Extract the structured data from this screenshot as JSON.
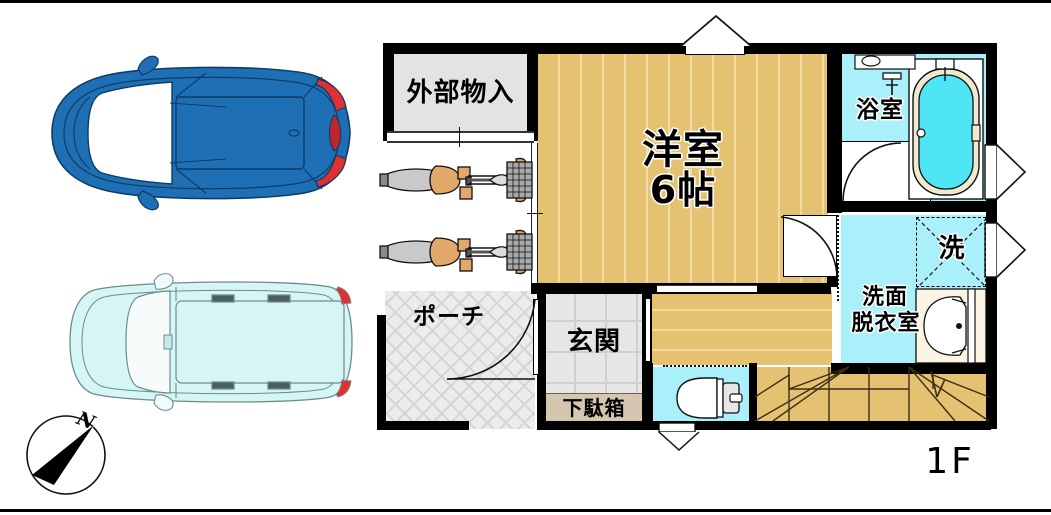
{
  "plan": {
    "floor_label": "1F",
    "compass_label": "N",
    "rooms": [
      {
        "id": "exterior-storage",
        "label": "外部物入"
      },
      {
        "id": "western-room",
        "label": "洋室",
        "sub": "6帖"
      },
      {
        "id": "bathroom",
        "label": "浴室"
      },
      {
        "id": "washer-space",
        "label": "洗"
      },
      {
        "id": "washroom",
        "label": "洗面\n脱衣室"
      },
      {
        "id": "porch",
        "label": "ポーチ"
      },
      {
        "id": "entrance",
        "label": "玄関"
      },
      {
        "id": "shoe-cabinet",
        "label": "下駄箱"
      }
    ],
    "labels": {
      "exterior_storage": "外部物入",
      "western_room": "洋室",
      "western_room_size": "6帖",
      "bathroom": "浴室",
      "washer": "洗",
      "washroom_line1": "洗面",
      "washroom_line2": "脱衣室",
      "porch": "ポーチ",
      "entrance": "玄関",
      "shoe_cabinet": "下駄箱",
      "floor": "1F",
      "north": "N"
    },
    "fixtures": [
      {
        "id": "bathtub",
        "kind": "bathtub"
      },
      {
        "id": "toilet",
        "kind": "toilet"
      },
      {
        "id": "vanity-sink",
        "kind": "sink"
      },
      {
        "id": "washing-machine",
        "kind": "washer"
      },
      {
        "id": "stairs",
        "kind": "stairs-up"
      },
      {
        "id": "bicycle-upper",
        "kind": "bicycle"
      },
      {
        "id": "bicycle-lower",
        "kind": "bicycle"
      }
    ],
    "vehicles": [
      {
        "id": "car-blue",
        "kind": "sedan",
        "color": "#1f6fb5"
      },
      {
        "id": "car-cyan",
        "kind": "van",
        "color": "#d6f6f6"
      }
    ],
    "colors": {
      "wall": "#000000",
      "flooring": "#e4c272",
      "water": "#aaf0fa",
      "storage_gray": "#e3e3e3",
      "porch_gray": "#ececec",
      "shoe_cabinet": "#d6c6b0",
      "car_blue": "#1f6fb5",
      "car_cyan": "#d6f6f6",
      "accent_red": "#e03030"
    }
  }
}
